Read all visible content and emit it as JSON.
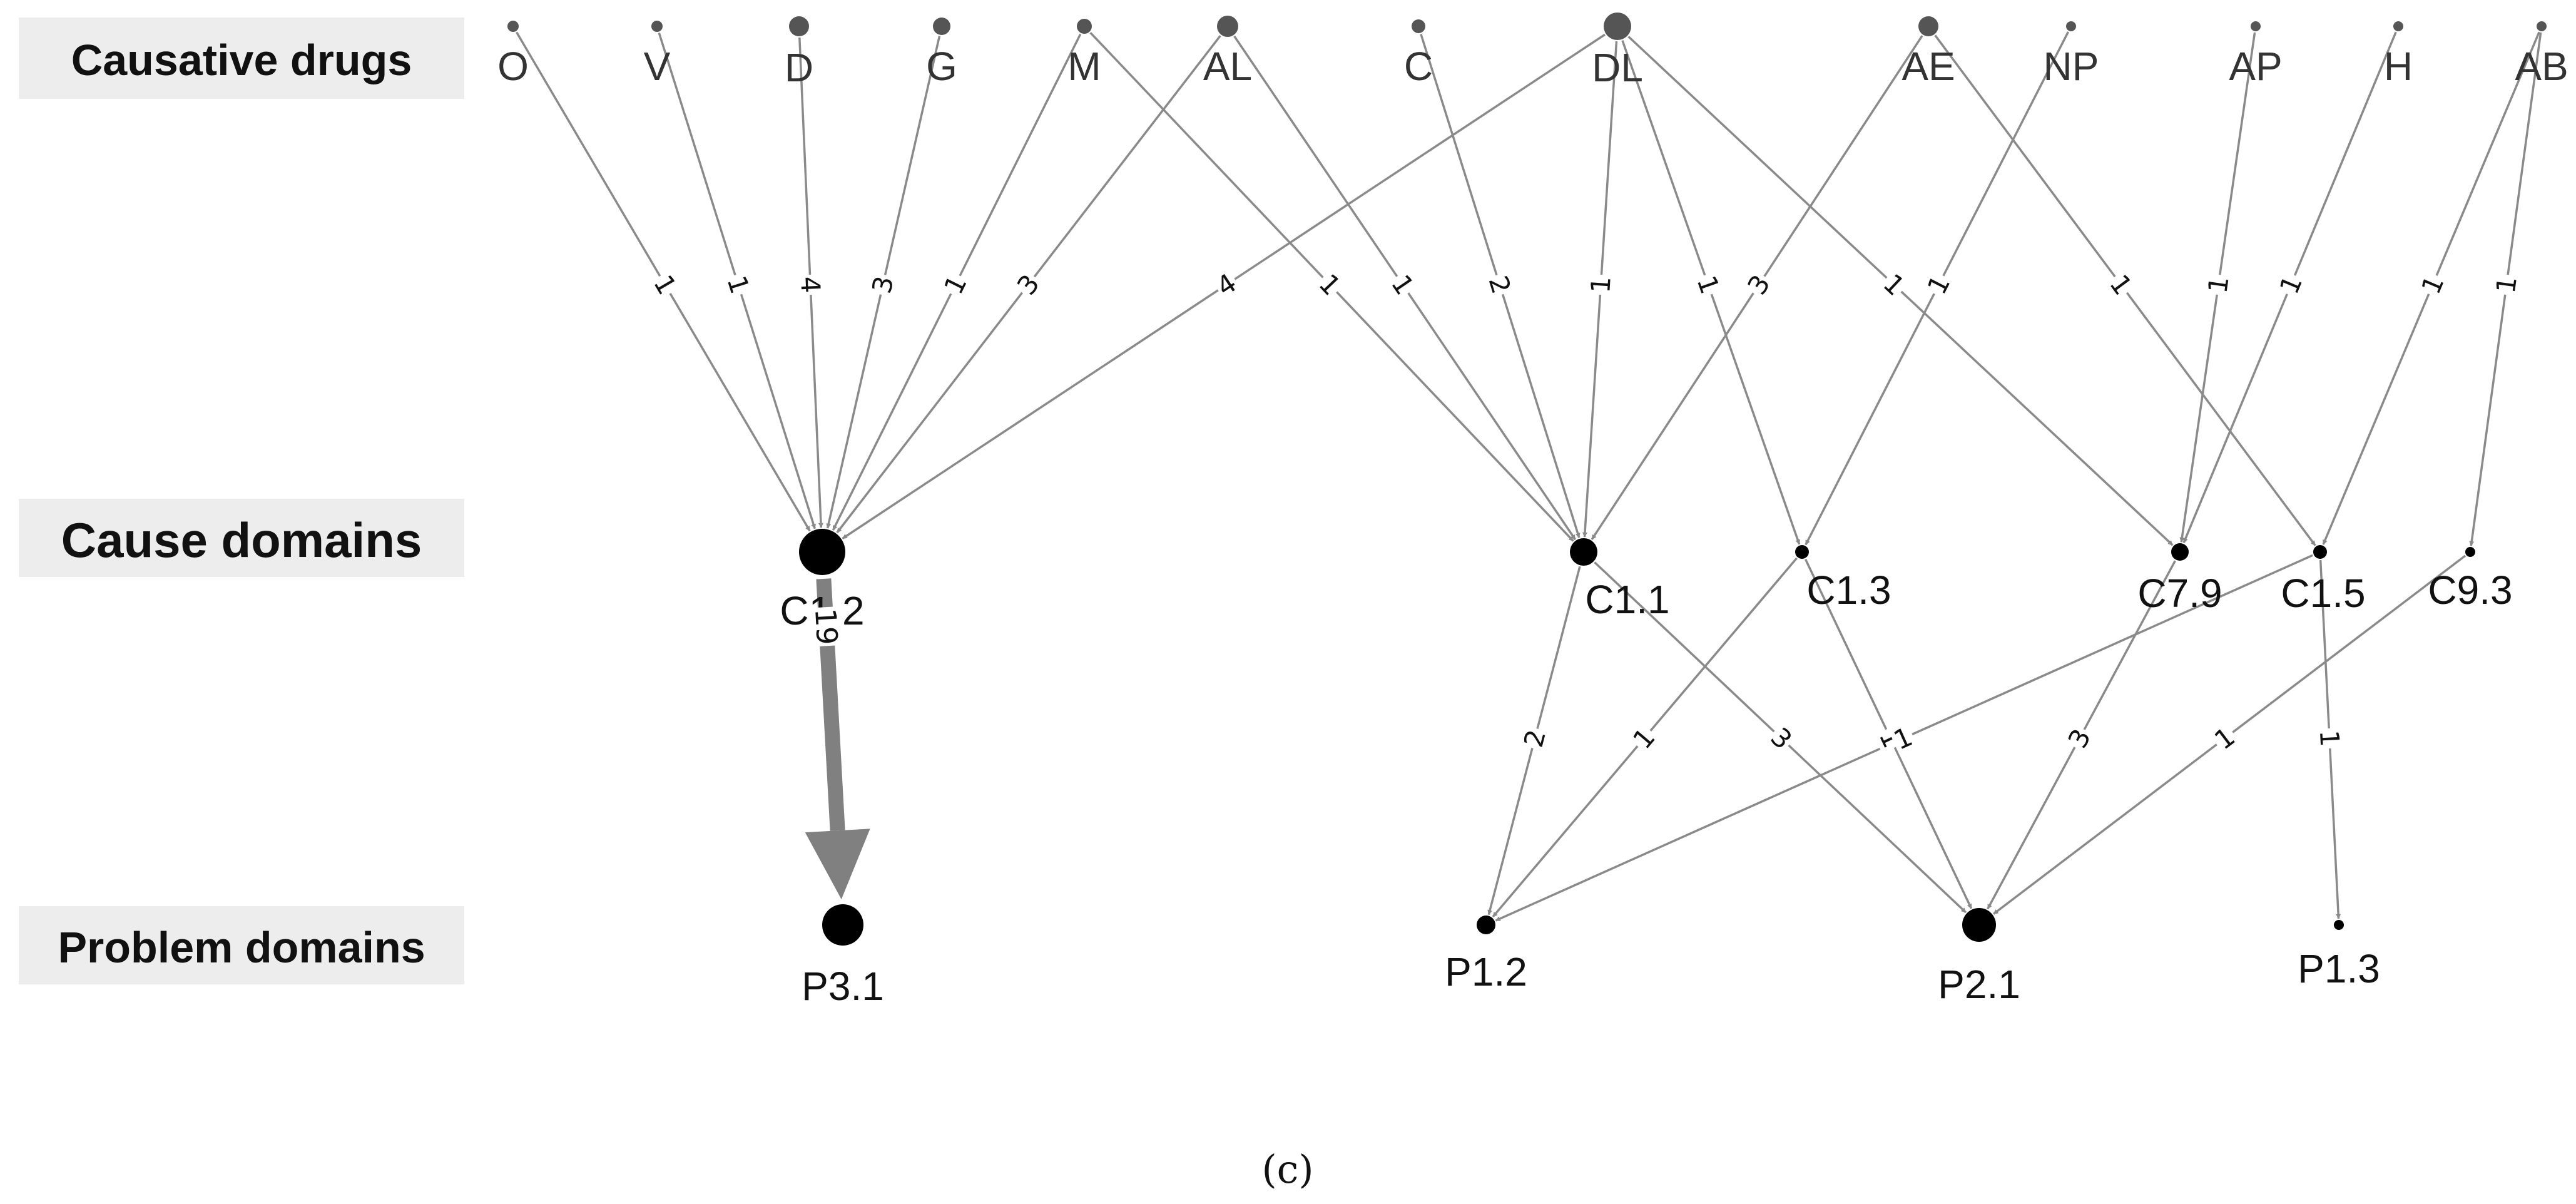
{
  "rows": {
    "drugs_label": "Causative drugs",
    "causes_label": "Cause domains",
    "problems_label": "Problem domains"
  },
  "caption": "(c)",
  "colors": {
    "drug_node": "#555555",
    "drug_label": "#333333",
    "domain_node": "#000000",
    "edge": "#8a8a8a",
    "thick_edge": "#808080",
    "label_band": "#ededed"
  },
  "nodes": {
    "drugs": [
      "O",
      "V",
      "D",
      "G",
      "M",
      "AL",
      "C",
      "DL",
      "AE",
      "NP",
      "AP",
      "H",
      "AB"
    ],
    "causes": [
      "C1.2",
      "C1.1",
      "C1.3",
      "C7.9",
      "C1.5",
      "C9.3"
    ],
    "problems": [
      "P3.1",
      "P1.2",
      "P2.1",
      "P1.3"
    ]
  },
  "edges": [
    {
      "from": "O",
      "to": "C1.2",
      "weight": 1
    },
    {
      "from": "V",
      "to": "C1.2",
      "weight": 1
    },
    {
      "from": "D",
      "to": "C1.2",
      "weight": 4
    },
    {
      "from": "G",
      "to": "C1.2",
      "weight": 3
    },
    {
      "from": "M",
      "to": "C1.2",
      "weight": 1
    },
    {
      "from": "AL",
      "to": "C1.2",
      "weight": 3
    },
    {
      "from": "DL",
      "to": "C1.2",
      "weight": 4
    },
    {
      "from": "M",
      "to": "C1.1",
      "weight": 1
    },
    {
      "from": "AL",
      "to": "C1.1",
      "weight": 1
    },
    {
      "from": "C",
      "to": "C1.1",
      "weight": 2
    },
    {
      "from": "DL",
      "to": "C1.1",
      "weight": 1
    },
    {
      "from": "DL",
      "to": "C1.3",
      "weight": 1
    },
    {
      "from": "AE",
      "to": "C1.1",
      "weight": 3
    },
    {
      "from": "DL",
      "to": "C7.9",
      "weight": 1
    },
    {
      "from": "NP",
      "to": "C1.3",
      "weight": 1
    },
    {
      "from": "AE",
      "to": "C1.5",
      "weight": 1
    },
    {
      "from": "AP",
      "to": "C7.9",
      "weight": 1
    },
    {
      "from": "H",
      "to": "C7.9",
      "weight": 1
    },
    {
      "from": "AB",
      "to": "C1.5",
      "weight": 1
    },
    {
      "from": "AB",
      "to": "C9.3",
      "weight": 1
    },
    {
      "from": "C1.2",
      "to": "P3.1",
      "weight": 19
    },
    {
      "from": "C1.1",
      "to": "P1.2",
      "weight": 2
    },
    {
      "from": "C1.3",
      "to": "P1.2",
      "weight": 1
    },
    {
      "from": "C1.1",
      "to": "P2.1",
      "weight": 3
    },
    {
      "from": "C1.3",
      "to": "P2.1",
      "weight": 1
    },
    {
      "from": "C1.5",
      "to": "P1.2",
      "weight": 1
    },
    {
      "from": "C7.9",
      "to": "P2.1",
      "weight": 3
    },
    {
      "from": "C9.3",
      "to": "P2.1",
      "weight": 1
    },
    {
      "from": "C1.5",
      "to": "P1.3",
      "weight": 1
    }
  ]
}
